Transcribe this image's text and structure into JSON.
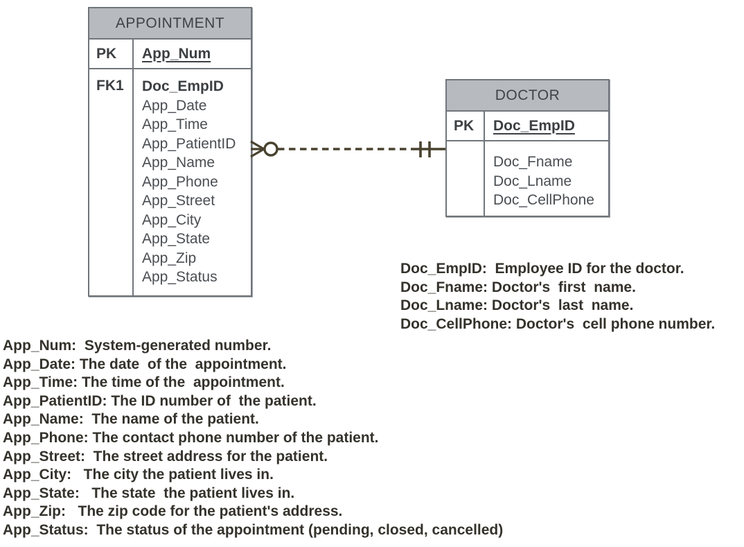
{
  "diagram": {
    "appointment": {
      "title": "APPOINTMENT",
      "pk_label": "PK",
      "pk_field": "App_Num",
      "fk_label": "FK1",
      "fk_field": "Doc_EmpID",
      "fields": [
        "App_Date",
        "App_Time",
        "App_PatientID",
        "App_Name",
        "App_Phone",
        "App_Street",
        "App_City",
        "App_State",
        "App_Zip",
        "App_Status"
      ]
    },
    "doctor": {
      "title": "DOCTOR",
      "pk_label": "PK",
      "pk_field": "Doc_EmpID",
      "fields": [
        "Doc_Fname",
        "Doc_Lname",
        "Doc_CellPhone"
      ]
    },
    "relationship": {
      "from_entity": "APPOINTMENT",
      "to_entity": "DOCTOR",
      "from_cardinality": "zero-or-many",
      "to_cardinality": "one-and-only-one",
      "line_style": "dashed"
    }
  },
  "notes": {
    "doctor_notes": [
      "Doc_EmpID:  Employee ID for the doctor.",
      "Doc_Fname: Doctor's  first  name.",
      "Doc_Lname: Doctor's  last  name.",
      "Doc_CellPhone: Doctor's  cell phone number."
    ],
    "appointment_notes": [
      "App_Num:  System-generated number.",
      "App_Date: The date  of the  appointment.",
      "App_Time: The time of the  appointment.",
      "App_PatientID: The ID number of  the patient.",
      "App_Name:  The name of the patient.",
      "App_Phone: The contact phone number of the patient.",
      "App_Street:  The street address for the patient.",
      "App_City:   The city the patient lives in.",
      "App_State:   The state  the patient lives in.",
      "App_Zip:   The zip code for the patient's address.",
      "App_Status:  The status of the appointment (pending, closed, cancelled)"
    ]
  },
  "colors": {
    "header_bg": "#b7bbbf",
    "table_border": "#70757a",
    "field_text": "#4a4e52",
    "note_text": "#34322b",
    "relationship_line": "#48422f",
    "background": "#ffffff"
  }
}
